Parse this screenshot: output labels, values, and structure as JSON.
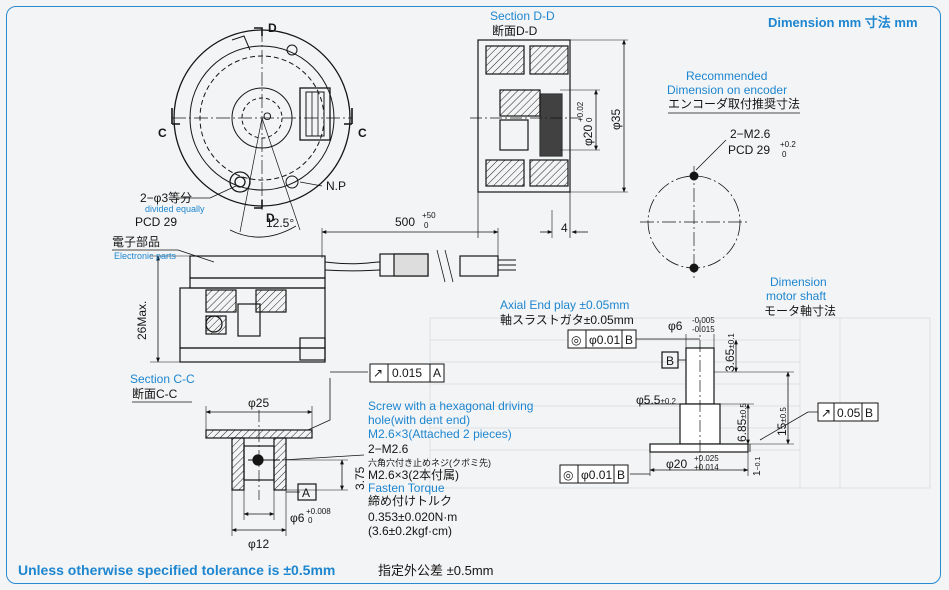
{
  "header": {
    "units": "Dimension mm 寸法 mm"
  },
  "footer": {
    "tolerance_en": "Unless otherwise specified tolerance is ±0.5mm",
    "tolerance_jp": "指定外公差 ±0.5mm"
  },
  "top_view": {
    "holes_jp": "2−φ3等分",
    "holes_en": "divided equally",
    "pcd": "PCD 29",
    "angle": "12.5°",
    "np": "N.P",
    "section_label_d": "D",
    "section_label_c": "C",
    "center_mark": "O"
  },
  "section_dd": {
    "title_en": "Section D-D",
    "title_jp": "断面D-D",
    "dim_phi20": "φ20",
    "dim_phi20_tol_upper": "+0.02",
    "dim_phi20_tol_lower": "0",
    "dim_phi35": "φ35",
    "dim_4": "4"
  },
  "recommended": {
    "title_en_1": "Recommended",
    "title_en_2": "Dimension on encoder",
    "title_jp": "エンコーダ取付推奨寸法",
    "tap": "2−M2.6",
    "pcd": "PCD 29",
    "pcd_tol_upper": "+0.2",
    "pcd_tol_lower": "0"
  },
  "cable": {
    "length": "500",
    "length_tol_upper": "+50",
    "length_tol_lower": "0",
    "parts_jp": "電子部品",
    "parts_en": "Electronic parts"
  },
  "side_view": {
    "height": "26Max."
  },
  "section_cc": {
    "title_en": "Section C-C",
    "title_jp": "断面C-C",
    "dim_phi25": "φ25",
    "dim_phi12": "φ12",
    "dim_phi6": "φ6",
    "dim_phi6_tol_upper": "+0.008",
    "dim_phi6_tol_lower": "0",
    "dim_3_75": "3.75",
    "datum_a": "A",
    "fcf_symbol": "↗",
    "fcf_value": "0.015",
    "fcf_datum": "A"
  },
  "screw": {
    "title_en_1": "Screw with a hexagonal driving",
    "title_en_2": "hole(with dent end)",
    "title_en_3": "M2.6×3(Attached 2 pieces)",
    "tap": "2−M2.6",
    "desc_jp": "六角穴付き止めネジ(クボミ先)",
    "qty_jp": "M2.6×3(2本付属)",
    "torque_en": "Fasten Torque",
    "torque_jp": "締め付けトルク",
    "torque_nm": "0.353±0.020N·m",
    "torque_kgf": "(3.6±0.2kgf·cm)"
  },
  "motor_shaft": {
    "axial_en": "Axial End play ±0.05mm",
    "axial_jp": "軸スラストガタ±0.05mm",
    "title_en_1": "Dimension",
    "title_en_2": "motor shaft",
    "title_jp": "モータ軸寸法",
    "fcf1_symbol": "◎",
    "fcf1_value": "φ0.01",
    "fcf1_datum": "B",
    "dim_phi6": "φ6",
    "dim_phi6_tol_upper": "-0.005",
    "dim_phi6_tol_lower": "-0.015",
    "datum_b": "B",
    "dim_3_65": "3.65",
    "dim_3_65_tol": "±0.1",
    "dim_phi5_5": "φ5.5",
    "dim_phi5_5_tol": "±0.2",
    "dim_15": "15",
    "dim_15_tol": "±0.5",
    "dim_6_85": "6.85",
    "dim_6_85_tol": "±0.5",
    "dim_1": "1",
    "dim_1_tol": "−0.1",
    "dim_phi20": "φ20",
    "dim_phi20_tol_upper": "+0.025",
    "dim_phi20_tol_lower": "+0.014",
    "fcf2_symbol": "↗",
    "fcf2_value": "0.05",
    "fcf2_datum": "B",
    "fcf3_symbol": "◎",
    "fcf3_value": "φ0.01",
    "fcf3_datum": "B"
  },
  "colors": {
    "accent": "#1d86d0",
    "line": "#151515",
    "background": "#f3f4f5"
  }
}
